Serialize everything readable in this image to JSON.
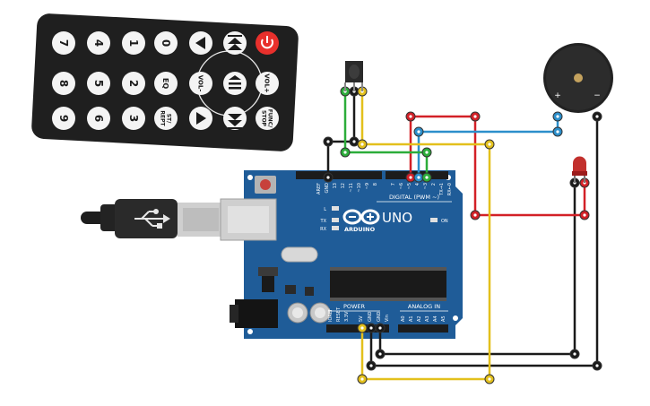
{
  "remote": {
    "row1": [
      "7",
      "4",
      "1",
      "0"
    ],
    "row2": [
      "8",
      "5",
      "2",
      "EQ"
    ],
    "row3": [
      "9",
      "6",
      "3",
      "ST/\nREPT"
    ],
    "vol_minus": "VOL-",
    "vol_plus": "VOL+",
    "func_stop": "FUNC/\nSTOP"
  },
  "board": {
    "model": "UNO",
    "brand": "ARDUINO",
    "top_header_names": [
      "AREF",
      "GND",
      "13",
      "12",
      "~11",
      "~10",
      "~9",
      "8",
      "7",
      "~6",
      "~5",
      "4",
      "~3",
      "2",
      "TX→1",
      "RX←0"
    ],
    "digital_label": "DIGITAL (PWM ~)",
    "led_labels": [
      "L",
      "TX",
      "RX"
    ],
    "on_label": "ON",
    "power_label": "POWER",
    "power_pins": [
      "IOREF",
      "RESET",
      "3.3V",
      "5V",
      "GND",
      "GND",
      "Vin"
    ],
    "analog_label": "ANALOG IN",
    "analog_pins": [
      "A0",
      "A1",
      "A2",
      "A3",
      "A4",
      "A5"
    ]
  },
  "buzzer": {
    "plus": "+",
    "minus": "−"
  },
  "colors": {
    "remote_body": "#1f1f1f",
    "power_button": "#e8302c",
    "board": "#1f5c98",
    "wire_black": "#1a1a1a",
    "wire_red": "#d32027",
    "wire_green": "#2cad3a",
    "wire_yellow": "#e3c01c",
    "wire_blue": "#2c8fcb"
  }
}
